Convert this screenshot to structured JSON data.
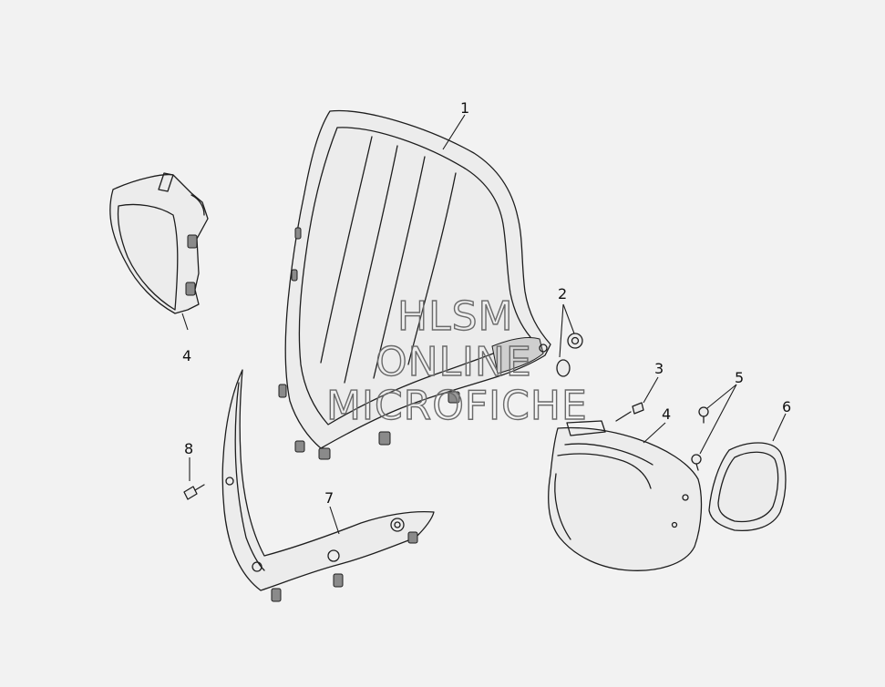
{
  "diagram": {
    "callouts": [
      {
        "id": "callout-1",
        "label": "1"
      },
      {
        "id": "callout-2",
        "label": "2"
      },
      {
        "id": "callout-3",
        "label": "3"
      },
      {
        "id": "callout-4-left",
        "label": "4"
      },
      {
        "id": "callout-4-right",
        "label": "4"
      },
      {
        "id": "callout-5",
        "label": "5"
      },
      {
        "id": "callout-6",
        "label": "6"
      },
      {
        "id": "callout-7",
        "label": "7"
      },
      {
        "id": "callout-8",
        "label": "8"
      }
    ],
    "watermark": [
      "HLSM",
      "ONLINE",
      "MICROFICHE"
    ]
  },
  "colors": {
    "background": "#f2f2f2",
    "line": "#1e1e1e",
    "panel_fill": "#ececec",
    "watermark_stroke": "#6a6a6a"
  }
}
